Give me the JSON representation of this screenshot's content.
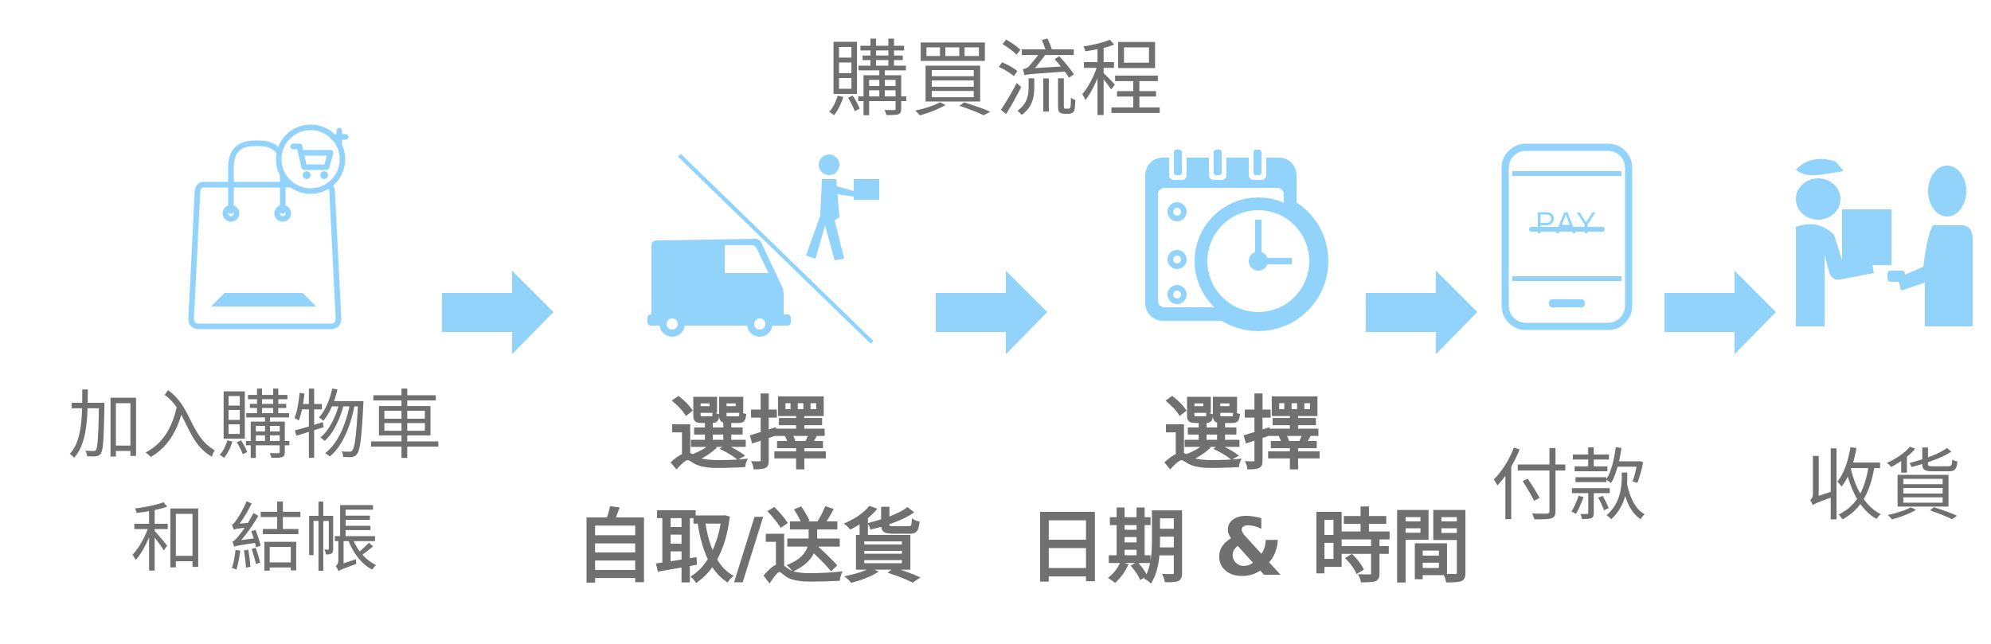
{
  "title": "購買流程",
  "colors": {
    "accent": "#92d3fb",
    "text": "#707070"
  },
  "steps": [
    {
      "icon": "shopping-bag-cart-icon",
      "lines": [
        "加入購物車",
        "和 結帳"
      ]
    },
    {
      "icon": "delivery-truck-pickup-icon",
      "lines": [
        "選擇",
        "自取/送貨"
      ]
    },
    {
      "icon": "calendar-clock-icon",
      "lines": [
        "選擇",
        "日期 & 時間"
      ]
    },
    {
      "icon": "mobile-pay-icon",
      "screen_text": "PAY",
      "lines": [
        "付款"
      ]
    },
    {
      "icon": "courier-delivery-icon",
      "lines": [
        "收貨"
      ]
    }
  ]
}
